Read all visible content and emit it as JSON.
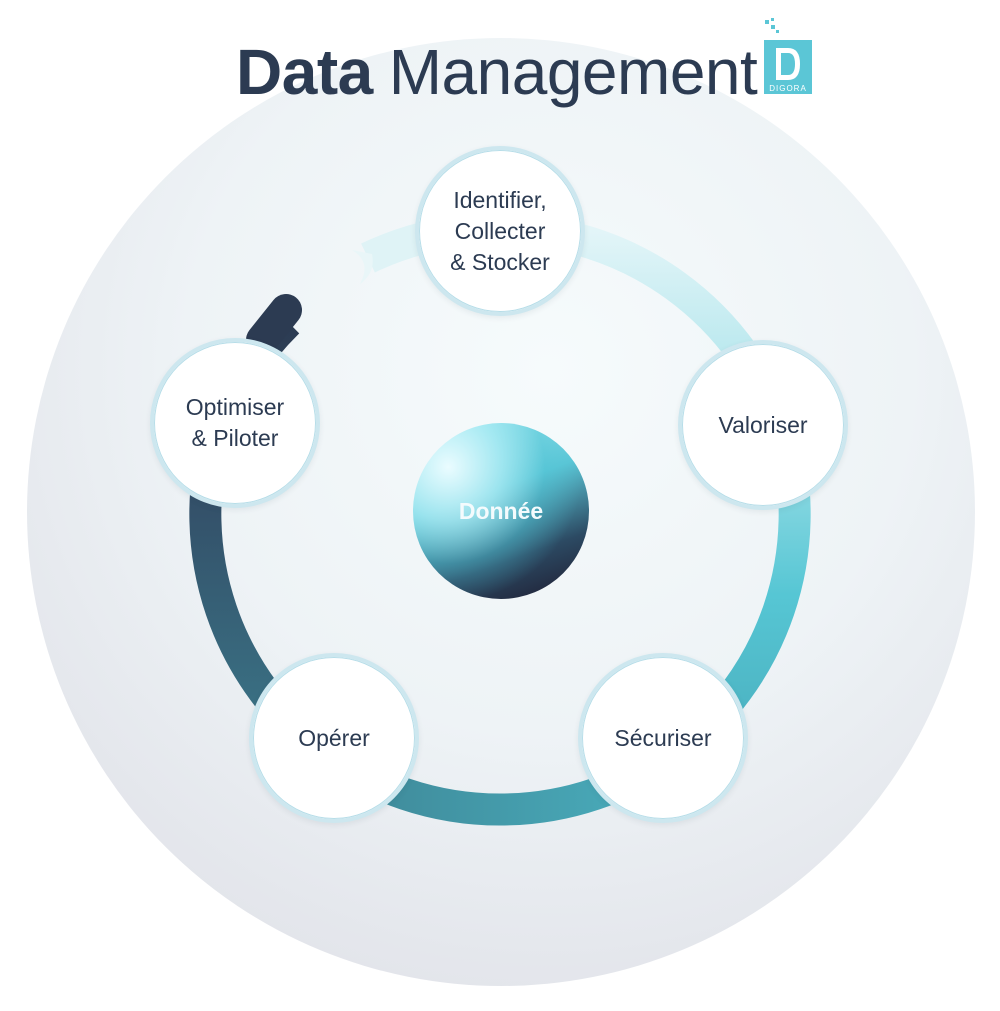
{
  "header": {
    "title_bold": "Data",
    "title_light": "Management",
    "logo_text": "DIGORA"
  },
  "center": {
    "label": "Donnée"
  },
  "cycle": {
    "steps": [
      {
        "label": "Identifier,\nCollecter\n& Stocker"
      },
      {
        "label": "Valoriser"
      },
      {
        "label": "Sécuriser"
      },
      {
        "label": "Opérer"
      },
      {
        "label": "Optimiser\n& Piloter"
      }
    ]
  },
  "colors": {
    "title": "#2c3b52",
    "ring_light": "#bfeaf0",
    "ring_mid": "#56c6d4",
    "ring_dark": "#2c3b52",
    "node_border": "#cde7ef",
    "logo": "#5bc6d6"
  }
}
